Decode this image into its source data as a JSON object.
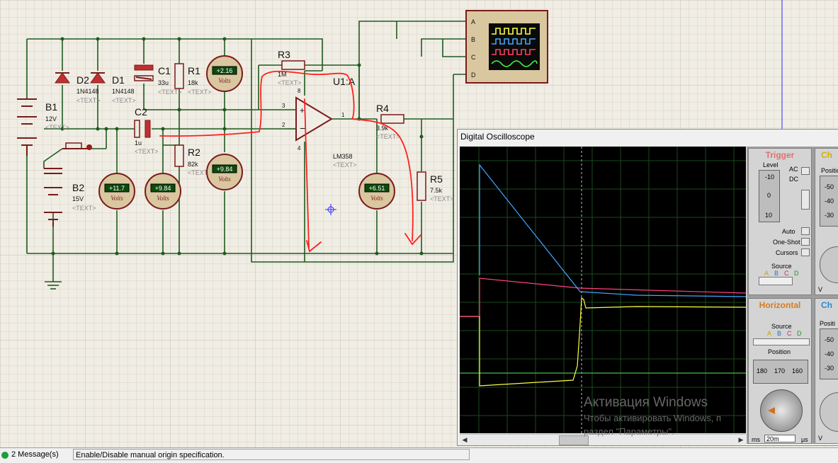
{
  "schematic": {
    "components": {
      "B1": {
        "ref": "B1",
        "value": "12V"
      },
      "B2": {
        "ref": "B2",
        "value": "15V"
      },
      "D2": {
        "ref": "D2",
        "value": "1N4148"
      },
      "D1": {
        "ref": "D1",
        "value": "1N4148"
      },
      "C1": {
        "ref": "C1",
        "value": "33u"
      },
      "C2": {
        "ref": "C2",
        "value": "1u"
      },
      "R1": {
        "ref": "R1",
        "value": "18k"
      },
      "R2": {
        "ref": "R2",
        "value": "82k"
      },
      "R3": {
        "ref": "R3",
        "value": "1M"
      },
      "R4": {
        "ref": "R4",
        "value": "3.9k"
      },
      "R5": {
        "ref": "R5",
        "value": "7.5k"
      },
      "U1": {
        "ref": "U1:A",
        "value": "LM358"
      },
      "placeholder": "<TEXT>"
    },
    "pins": {
      "p3": "3",
      "p2": "2",
      "p1": "1",
      "p8": "8",
      "p4": "4"
    },
    "voltmeters": [
      {
        "reading": "+2.16",
        "unit": "Volts"
      },
      {
        "reading": "+9.84",
        "unit": "Volts"
      },
      {
        "reading": "+11.7",
        "unit": "Volts"
      },
      {
        "reading": "+9.84",
        "unit": "Volts"
      },
      {
        "reading": "+6.51",
        "unit": "Volts"
      }
    ],
    "scope_channels": [
      "A",
      "B",
      "C",
      "D"
    ]
  },
  "oscilloscope": {
    "title": "Digital Oscilloscope",
    "trigger": {
      "heading": "Trigger",
      "level_label": "Level",
      "level_ticks": [
        "-10",
        "0",
        "10"
      ],
      "ac": "AC",
      "dc": "DC",
      "modes": [
        "Auto",
        "One-Shot",
        "Cursors"
      ],
      "source_label": "Source",
      "sources": [
        "A",
        "B",
        "C",
        "D"
      ]
    },
    "channel": {
      "heading": "Ch",
      "position_label": "Position",
      "ticks": [
        "-50",
        "-40",
        "-30"
      ],
      "unit": "V"
    },
    "channel_b": {
      "heading": "Ch",
      "position_label": "Positi",
      "ticks": [
        "-50",
        "-40",
        "-30"
      ],
      "unit": "V"
    },
    "horizontal": {
      "heading": "Horizontal",
      "source_label": "Source",
      "sources": [
        "A",
        "B",
        "C",
        "D"
      ],
      "position_label": "Position",
      "position_ticks": [
        "180",
        "170",
        "160"
      ],
      "dial_ticks": [
        "ms",
        "μs"
      ],
      "timebase": "20m"
    },
    "colors": {
      "A": "#ffff40",
      "B": "#40a8ff",
      "C": "#ff4060",
      "D": "#40ff40"
    }
  },
  "watermark": {
    "line1": "Активация Windows",
    "line2": "Чтобы активировать Windows, п",
    "line3": "раздел \"Параметры\"."
  },
  "statusbar": {
    "messages": "2 Message(s)",
    "hint": "Enable/Disable manual origin specification."
  }
}
